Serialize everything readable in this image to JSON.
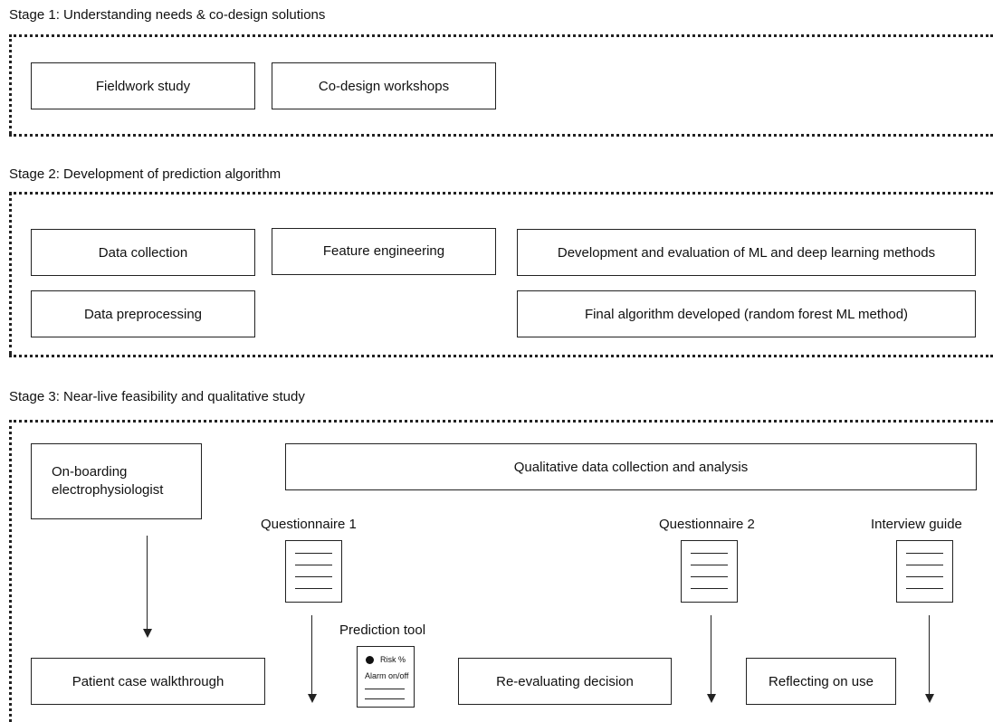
{
  "stages": [
    {
      "title": "Stage 1: Understanding needs & co-design solutions",
      "boxes": [
        "Fieldwork study",
        "Co-design workshops"
      ]
    },
    {
      "title": "Stage 2: Development of prediction algorithm",
      "boxes": [
        "Data collection",
        "Feature engineering",
        "Development and evaluation of ML and deep learning methods",
        "Data preprocessing",
        "Final algorithm developed (random forest ML method)"
      ]
    },
    {
      "title": "Stage 3: Near-live feasibility and qualitative study",
      "boxes": [
        "On-boarding electrophysiologist",
        "Qualitative data collection and analysis",
        "Patient case walkthrough",
        "Re-evaluating decision",
        "Reflecting on use"
      ],
      "documents": [
        "Questionnaire 1",
        "Questionnaire 2",
        "Interview guide"
      ],
      "tool": {
        "label": "Prediction tool",
        "risk_label": "Risk %",
        "alarm_label": "Alarm on/off"
      }
    }
  ]
}
